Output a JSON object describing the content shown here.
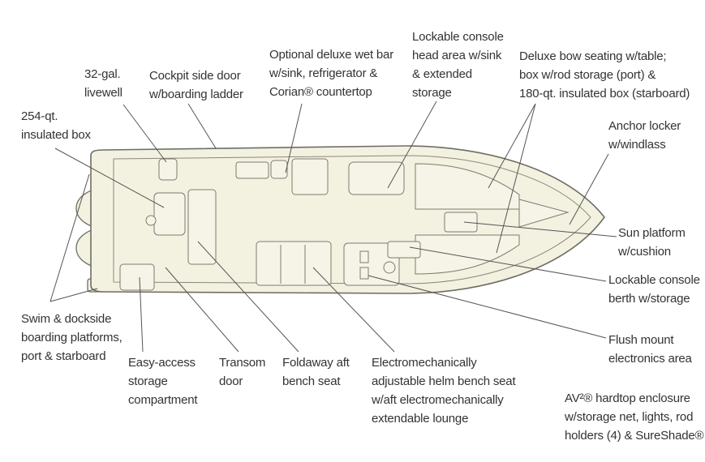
{
  "diagram": {
    "colors": {
      "hull_fill": "#f3f1e0",
      "outline": "#6f6e64",
      "leader": "#555555",
      "text": "#333333"
    },
    "labels": {
      "livewell": [
        "32-gal.",
        "livewell"
      ],
      "cockpit_door": [
        "Cockpit side door",
        "w/boarding ladder"
      ],
      "wet_bar": [
        "Optional deluxe wet bar",
        "w/sink, refrigerator &",
        "Corian® countertop"
      ],
      "console_head": [
        "Lockable console",
        "head area w/sink",
        "& extended",
        "storage"
      ],
      "bow_seating": [
        "Deluxe bow seating w/table;",
        "box w/rod storage (port) &",
        "180-qt. insulated box (starboard)"
      ],
      "insulated_box": [
        "254-qt.",
        "insulated box"
      ],
      "anchor_locker": [
        "Anchor locker",
        "w/windlass"
      ],
      "sun_platform": [
        "Sun platform",
        "w/cushion"
      ],
      "console_berth": [
        "Lockable console",
        "berth w/storage"
      ],
      "electronics": [
        "Flush mount",
        "electronics area"
      ],
      "boarding_platforms": [
        "Swim & dockside",
        "boarding platforms,",
        "port & starboard"
      ],
      "storage_compartment": [
        "Easy-access",
        "storage",
        "compartment"
      ],
      "transom_door": [
        "Transom",
        "door"
      ],
      "foldaway_seat": [
        "Foldaway aft",
        "bench seat"
      ],
      "helm_seat": [
        "Electromechanically",
        "adjustable helm bench seat",
        "w/aft electromechanically",
        "extendable lounge"
      ],
      "hardtop": [
        "AV²® hardtop enclosure",
        "w/storage net, lights, rod",
        "holders (4) & SureShade®"
      ]
    }
  }
}
